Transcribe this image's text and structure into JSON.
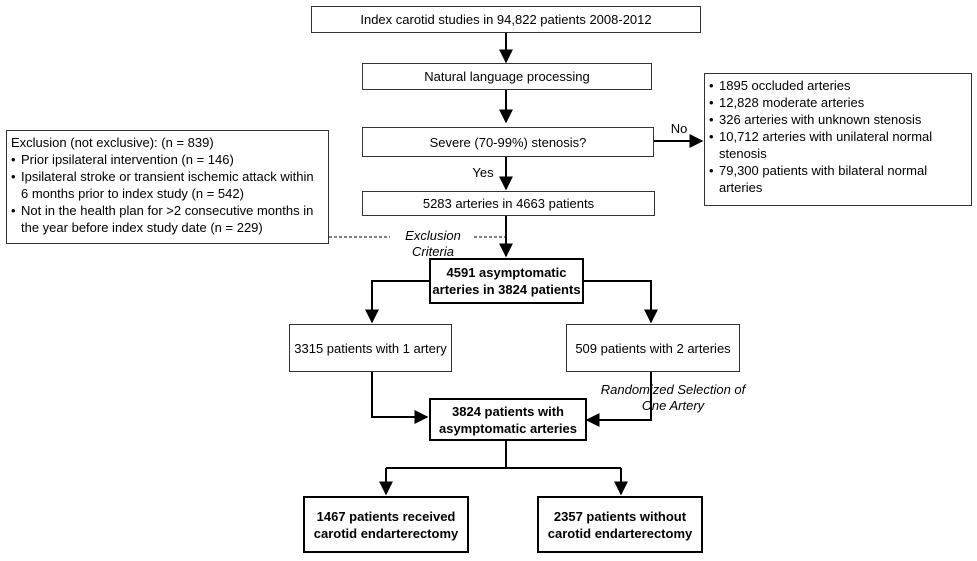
{
  "boxes": {
    "index": "Index carotid studies in 94,822 patients 2008-2012",
    "nlp": "Natural language processing",
    "severe": "Severe (70-99%) stenosis?",
    "arteries": "5283 arteries in 4663 patients",
    "asymptomatic": "4591 asymptomatic arteries in 3824 patients",
    "one_artery": "3315 patients with 1 artery",
    "two_arteries": "509 patients with 2 arteries",
    "patients_asym": "3824 patients with asymptomatic arteries",
    "cea": "1467 patients received carotid endarterectomy",
    "no_cea": "2357 patients without carotid endarterectomy"
  },
  "exclusion": {
    "title": "Exclusion (not exclusive): (n = 839)",
    "items": [
      "Prior ipsilateral intervention (n = 146)",
      "Ipsilateral stroke or transient ischemic attack within 6 months prior to index study (n = 542)",
      "Not in the health plan for >2 consecutive months in the year before index study date (n = 229)"
    ]
  },
  "no_branch": {
    "items": [
      "1895 occluded arteries",
      "12,828 moderate arteries",
      "326 arteries with unknown stenosis",
      "10,712 arteries with unilateral normal stenosis",
      "79,300 patients with bilateral normal arteries"
    ]
  },
  "labels": {
    "no": "No",
    "yes": "Yes",
    "exclusion_criteria": "Exclusion Criteria",
    "randomized": "Randomized Selection of One Artery"
  }
}
